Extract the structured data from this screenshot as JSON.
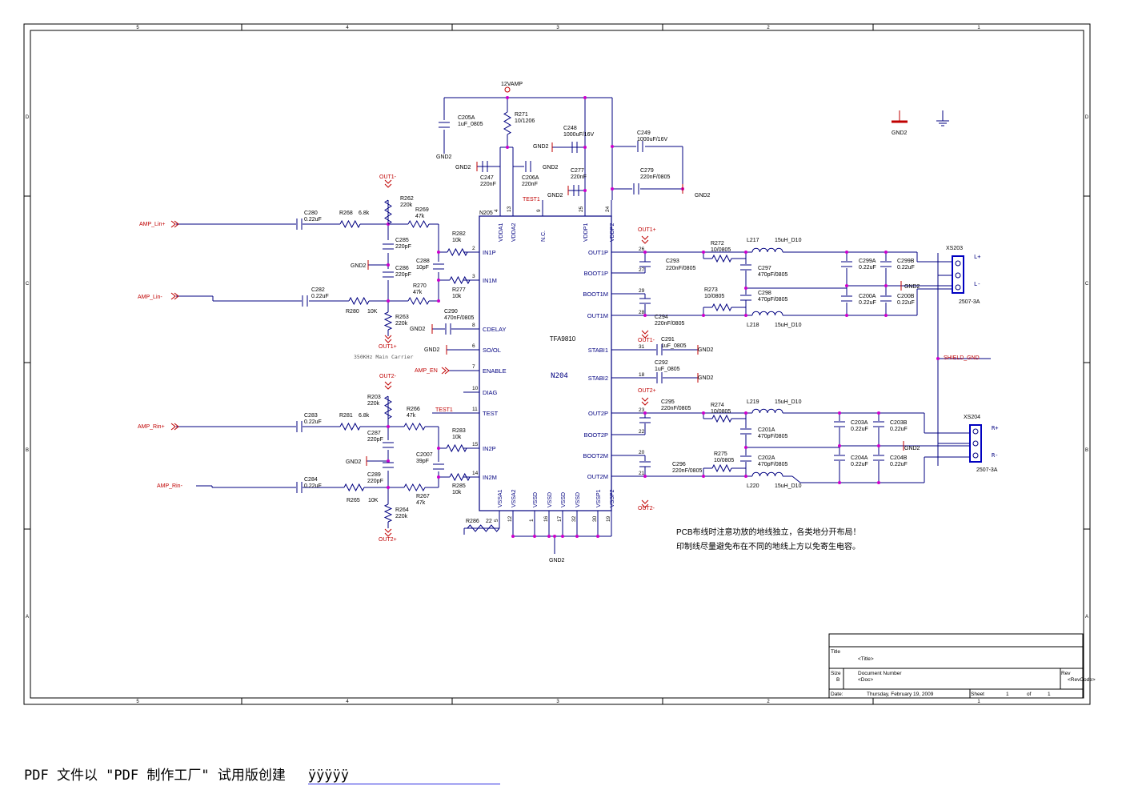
{
  "frame": {
    "col_labels": [
      "5",
      "4",
      "3",
      "2",
      "1"
    ],
    "row_labels": [
      "D",
      "C",
      "B",
      "A"
    ]
  },
  "chip": {
    "part": "TFA9810",
    "ref": "N204",
    "ref_top": "N205",
    "left_pins": [
      {
        "num": "2",
        "name": "IN1P"
      },
      {
        "num": "3",
        "name": "IN1M"
      },
      {
        "num": "8",
        "name": "CDELAY"
      },
      {
        "num": "6",
        "name": "SO/OL"
      },
      {
        "num": "7",
        "name": "ENABLE"
      },
      {
        "num": "10",
        "name": "DIAG"
      },
      {
        "num": "11",
        "name": "TEST"
      },
      {
        "num": "15",
        "name": "IN2P"
      },
      {
        "num": "14",
        "name": "IN2M"
      }
    ],
    "right_pins": [
      {
        "num": "26",
        "name": "OUT1P"
      },
      {
        "num": "27",
        "name": "BOOT1P"
      },
      {
        "num": "29",
        "name": "BOOT1M"
      },
      {
        "num": "28",
        "name": "OUT1M"
      },
      {
        "num": "31",
        "name": "STABI1"
      },
      {
        "num": "18",
        "name": "STABI2"
      },
      {
        "num": "23",
        "name": "OUT2P"
      },
      {
        "num": "22",
        "name": "BOOT2P"
      },
      {
        "num": "20",
        "name": "BOOT2M"
      },
      {
        "num": "21",
        "name": "OUT2M"
      }
    ],
    "top_pins": [
      {
        "num": "4",
        "name": "VDDA1"
      },
      {
        "num": "13",
        "name": "VDDA2"
      },
      {
        "num": "9",
        "name": "N.C."
      },
      {
        "num": "25",
        "name": "VDDP1"
      },
      {
        "num": "24",
        "name": "VDDP2"
      }
    ],
    "bottom_pins": [
      {
        "num": "5",
        "name": "VSSA1"
      },
      {
        "num": "12",
        "name": "VSSA2"
      },
      {
        "num": "1",
        "name": "VSSD"
      },
      {
        "num": "16",
        "name": "VSSD"
      },
      {
        "num": "17",
        "name": "VSSD"
      },
      {
        "num": "32",
        "name": "VSSD"
      },
      {
        "num": "30",
        "name": "VSSP1"
      },
      {
        "num": "19",
        "name": "VSSP2"
      }
    ]
  },
  "labels": {
    "vamp": "12VAMP",
    "gnd": "GND2",
    "test": "TEST1",
    "shield": "SHIELD_GND",
    "carrier": "350KHz Main Carrier",
    "out1p": "OUT1+",
    "out1m": "OUT1-",
    "out2p": "OUT2+",
    "out2m": "OUT2-",
    "amp_lin_p": "AMP_Lin+",
    "amp_lin_m": "AMP_Lin-",
    "amp_rin_p": "AMP_Rin+",
    "amp_rin_m": "AMP_Rin-",
    "amp_en": "AMP_EN",
    "note1": "PCB布线时注意功放的地线独立，各类地分开布局！",
    "note2": "印制线尽量避免布在不同的地线上方以免寄生电容。",
    "l_plus": "L+",
    "l_minus": "L-",
    "r_plus": "R+",
    "r_minus": "R-"
  },
  "components": [
    {
      "id": "c205a",
      "ref": "C205A",
      "val": "1uF_0805"
    },
    {
      "id": "r271",
      "ref": "R271",
      "val": "10/1206"
    },
    {
      "id": "c248",
      "ref": "C248",
      "val": "1000uF/16V"
    },
    {
      "id": "c249",
      "ref": "C249",
      "val": "1000uF/16V"
    },
    {
      "id": "c247",
      "ref": "C247",
      "val": "220nF"
    },
    {
      "id": "c206a",
      "ref": "C206A",
      "val": "220nF"
    },
    {
      "id": "c277",
      "ref": "C277",
      "val": "220nF"
    },
    {
      "id": "c279",
      "ref": "C279",
      "val": "220nF/0805"
    },
    {
      "id": "r262",
      "ref": "R262",
      "val": "220k"
    },
    {
      "id": "r268",
      "ref": "R268",
      "val": "6.8k"
    },
    {
      "id": "r269",
      "ref": "R269",
      "val": "47k"
    },
    {
      "id": "c280",
      "ref": "C280",
      "val": "0.22uF"
    },
    {
      "id": "c285",
      "ref": "C285",
      "val": "220pF"
    },
    {
      "id": "r282",
      "ref": "R282",
      "val": "10k"
    },
    {
      "id": "c286",
      "ref": "C286",
      "val": "220pF"
    },
    {
      "id": "c288",
      "ref": "C288",
      "val": "10pF"
    },
    {
      "id": "r277",
      "ref": "R277",
      "val": "10k"
    },
    {
      "id": "r270",
      "ref": "R270",
      "val": "47k"
    },
    {
      "id": "c282",
      "ref": "C282",
      "val": "0.22uF"
    },
    {
      "id": "r280",
      "ref": "R280",
      "val": "10K"
    },
    {
      "id": "r263",
      "ref": "R263",
      "val": "220k"
    },
    {
      "id": "c290",
      "ref": "C290",
      "val": "470nF/0805"
    },
    {
      "id": "r203",
      "ref": "R203",
      "val": "220k"
    },
    {
      "id": "r266",
      "ref": "R266",
      "val": "47k"
    },
    {
      "id": "c283",
      "ref": "C283",
      "val": "0.22uF"
    },
    {
      "id": "r281",
      "ref": "R281",
      "val": "6.8k"
    },
    {
      "id": "c287",
      "ref": "C287",
      "val": "220pF"
    },
    {
      "id": "r283",
      "ref": "R283",
      "val": "10k"
    },
    {
      "id": "c2007",
      "ref": "C2007",
      "val": "39pF"
    },
    {
      "id": "c289",
      "ref": "C289",
      "val": "220pF"
    },
    {
      "id": "r285",
      "ref": "R285",
      "val": "10k"
    },
    {
      "id": "c284",
      "ref": "C284",
      "val": "0.22uF"
    },
    {
      "id": "r265",
      "ref": "R265",
      "val": "10K"
    },
    {
      "id": "r267",
      "ref": "R267",
      "val": "47k"
    },
    {
      "id": "r264",
      "ref": "R264",
      "val": "220k"
    },
    {
      "id": "r286",
      "ref": "R286",
      "val": "22"
    },
    {
      "id": "c293",
      "ref": "C293",
      "val": "220nF/0805"
    },
    {
      "id": "r272",
      "ref": "R272",
      "val": "10/0805"
    },
    {
      "id": "l217",
      "ref": "L217",
      "val": "15uH_D10"
    },
    {
      "id": "c297",
      "ref": "C297",
      "val": "470pF/0805"
    },
    {
      "id": "r273",
      "ref": "R273",
      "val": "10/0805"
    },
    {
      "id": "c298",
      "ref": "C298",
      "val": "470pF/0805"
    },
    {
      "id": "c294",
      "ref": "C294",
      "val": "220nF/0805"
    },
    {
      "id": "l218",
      "ref": "L218",
      "val": "15uH_D10"
    },
    {
      "id": "c299a",
      "ref": "C299A",
      "val": "0.22uF"
    },
    {
      "id": "c299b",
      "ref": "C299B",
      "val": "0.22uF"
    },
    {
      "id": "c200a",
      "ref": "C200A",
      "val": "0.22uF"
    },
    {
      "id": "c200b",
      "ref": "C200B",
      "val": "0.22uF"
    },
    {
      "id": "c291",
      "ref": "C291",
      "val": "1uF_0805"
    },
    {
      "id": "c292",
      "ref": "C292",
      "val": "1uF_0805"
    },
    {
      "id": "c295",
      "ref": "C295",
      "val": "220nF/0805"
    },
    {
      "id": "r274",
      "ref": "R274",
      "val": "10/0805"
    },
    {
      "id": "l219",
      "ref": "L219",
      "val": "15uH_D10"
    },
    {
      "id": "c201a",
      "ref": "C201A",
      "val": "470pF/0805"
    },
    {
      "id": "r275",
      "ref": "R275",
      "val": "10/0805"
    },
    {
      "id": "c202a",
      "ref": "C202A",
      "val": "470pF/0805"
    },
    {
      "id": "c296",
      "ref": "C296",
      "val": "220nF/0805"
    },
    {
      "id": "l220",
      "ref": "L220",
      "val": "15uH_D10"
    },
    {
      "id": "c203a",
      "ref": "C203A",
      "val": "0.22uF"
    },
    {
      "id": "c203b",
      "ref": "C203B",
      "val": "0.22uF"
    },
    {
      "id": "c204a",
      "ref": "C204A",
      "val": "0.22uF"
    },
    {
      "id": "c204b",
      "ref": "C204B",
      "val": "0.22uF"
    },
    {
      "id": "xs203",
      "ref": "XS203",
      "val": "2507-3A"
    },
    {
      "id": "xs204",
      "ref": "XS204",
      "val": "2507-3A"
    }
  ],
  "title_block": {
    "title_label": "Title",
    "title_value": "<Title>",
    "size_label": "Size",
    "size_value": "B",
    "docnum_label": "Document Number",
    "docnum_value": "<Doc>",
    "rev_label": "Rev",
    "rev_value": "<RevCode>",
    "date_label": "Date:",
    "date_value": "Thursday, February 19, 2009",
    "sheet_label": "Sheet",
    "sheet_num": "1",
    "of_label": "of",
    "sheet_total": "1"
  },
  "footer": {
    "text": "PDF 文件以 \"PDF 制作工厂\" 试用版创建",
    "mark": "ÿÿÿÿÿ"
  }
}
